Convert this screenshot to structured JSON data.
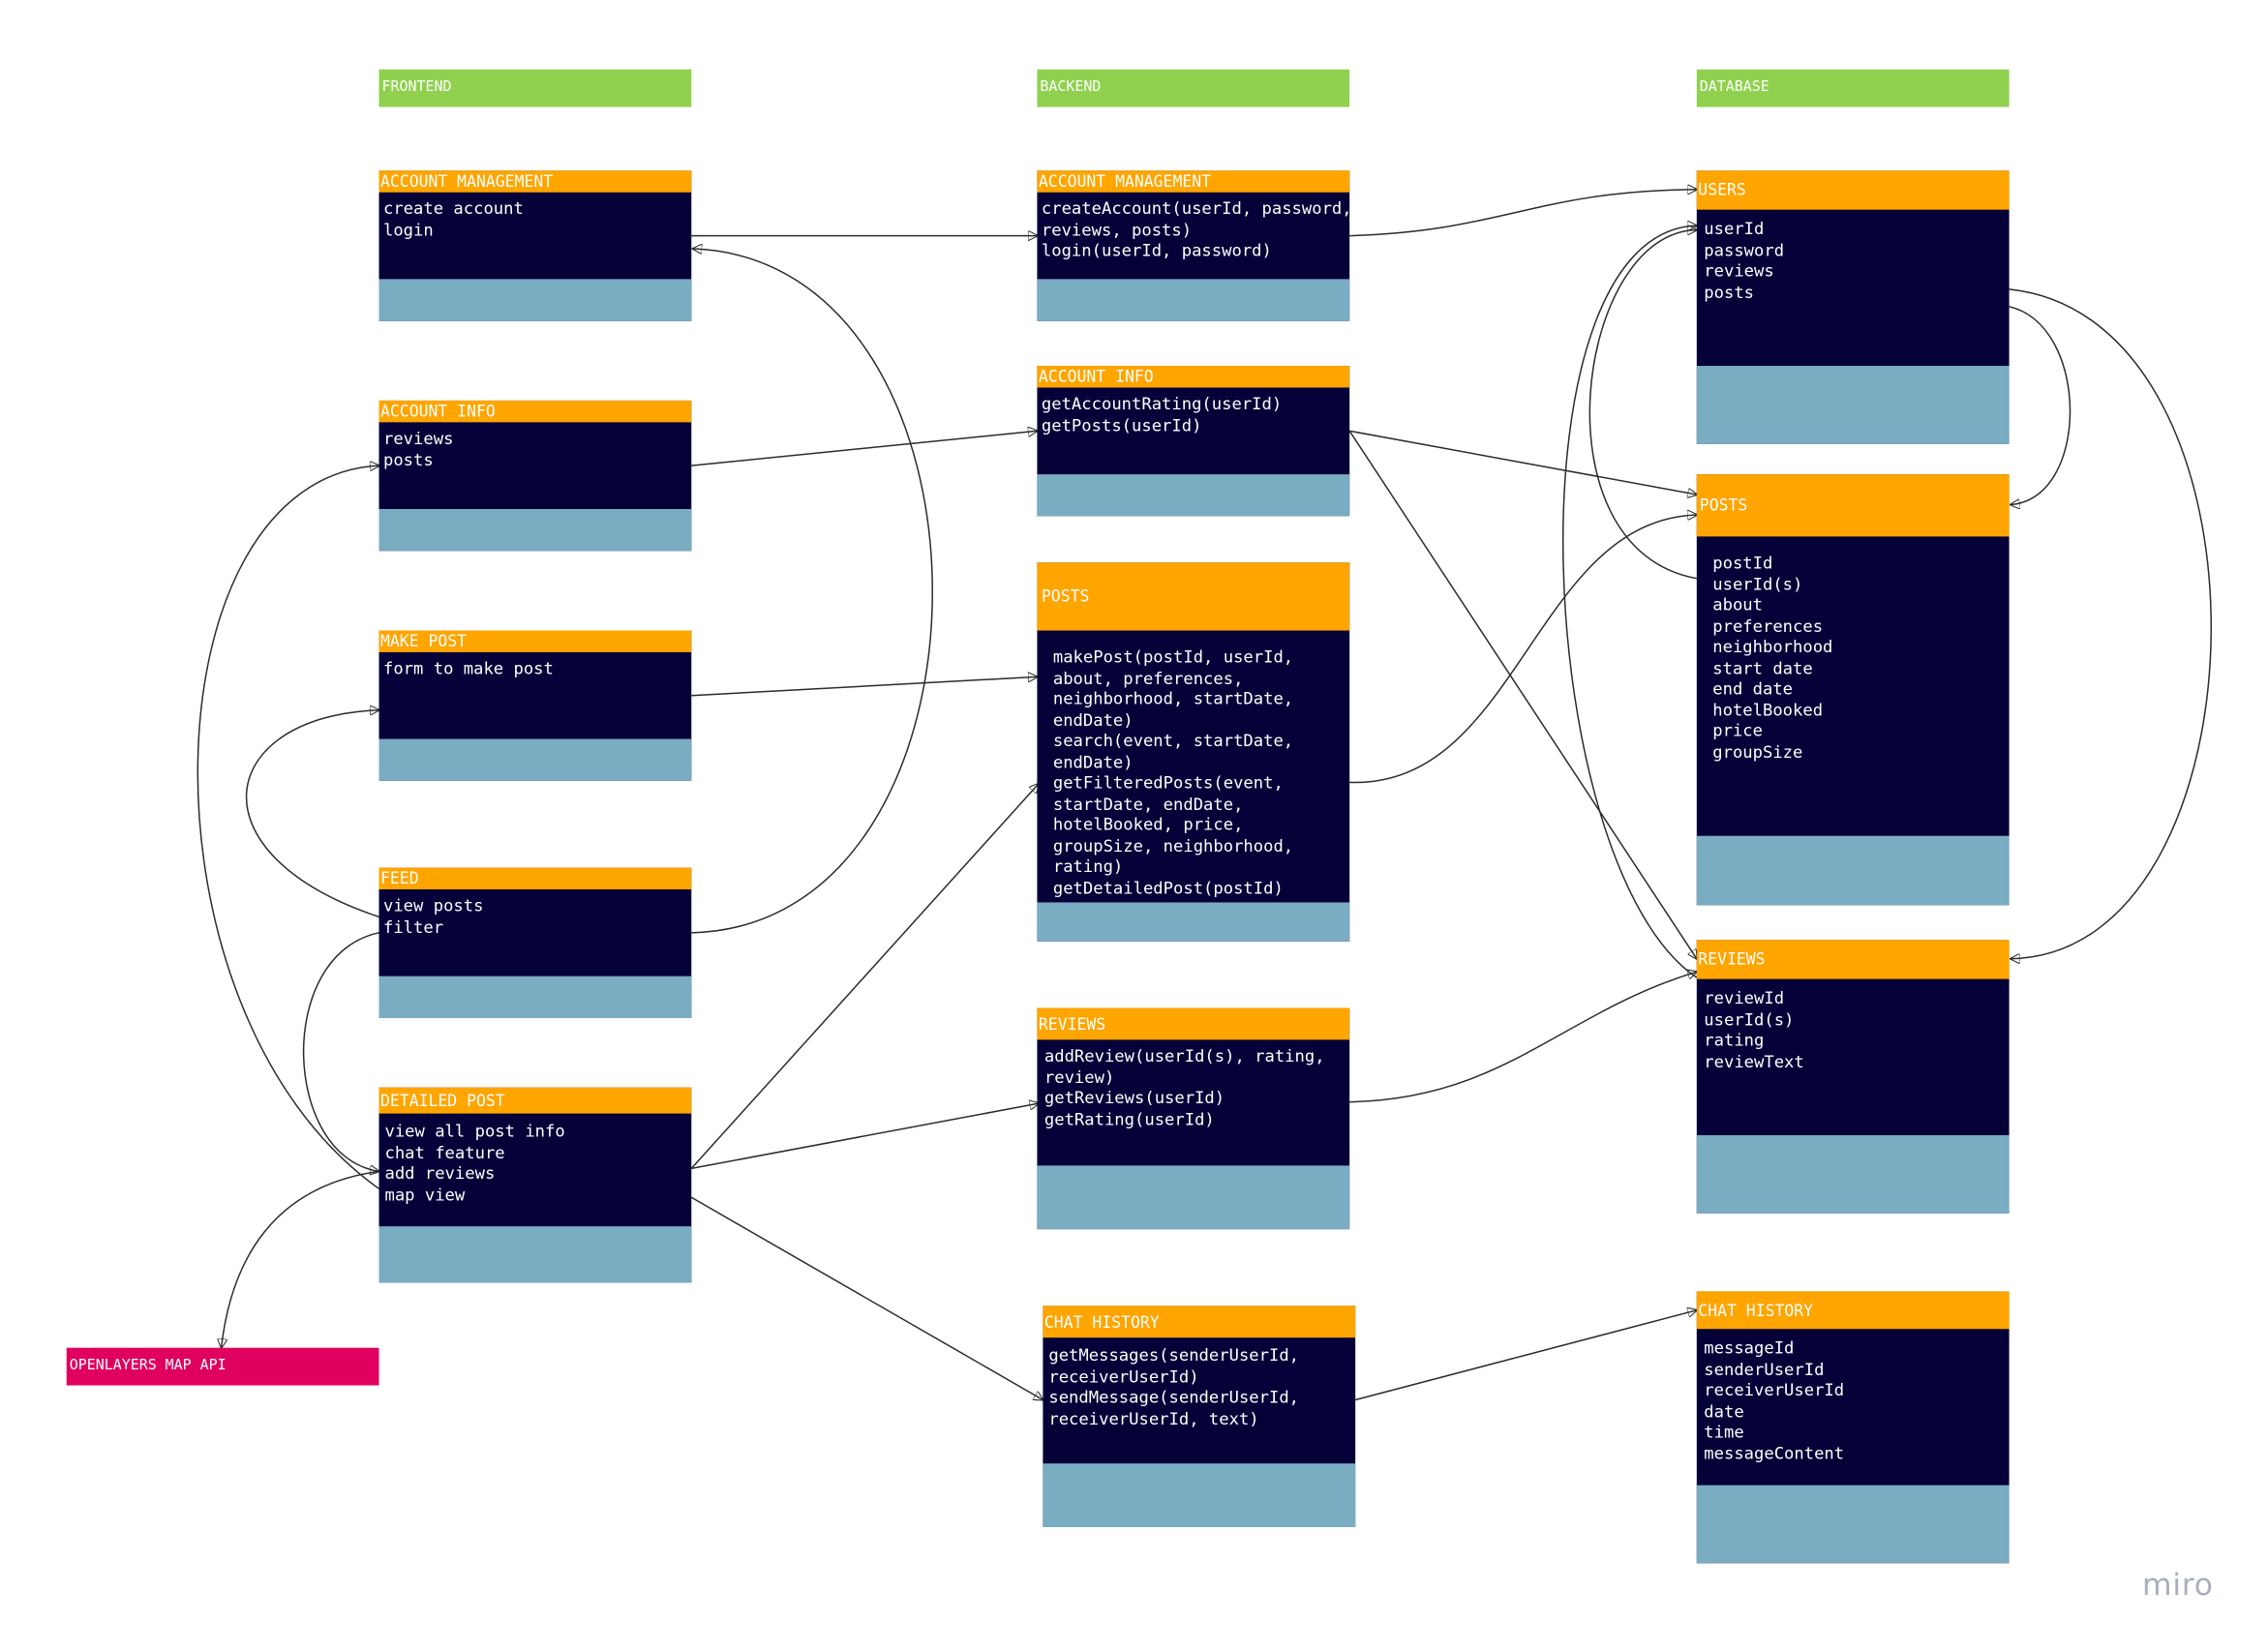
{
  "columns": {
    "frontend": "FRONTEND",
    "backend": "BACKEND",
    "database": "DATABASE"
  },
  "frontend": {
    "account_management": {
      "title": "ACCOUNT MANAGEMENT",
      "body": "create account\nlogin"
    },
    "account_info": {
      "title": "ACCOUNT INFO",
      "body": "reviews\nposts"
    },
    "make_post": {
      "title": "MAKE POST",
      "body": "form to make post"
    },
    "feed": {
      "title": "FEED",
      "body": "view posts\nfilter"
    },
    "detailed_post": {
      "title": "DETAILED POST",
      "body": "view all post info\nchat feature\nadd reviews\nmap view"
    }
  },
  "backend": {
    "account_management": {
      "title": "ACCOUNT MANAGEMENT",
      "body": "createAccount(userId, password,\nreviews, posts)\nlogin(userId, password)"
    },
    "account_info": {
      "title": "ACCOUNT INFO",
      "body": "getAccountRating(userId)\ngetPosts(userId)"
    },
    "posts": {
      "title": "POSTS",
      "body": "makePost(postId, userId,\nabout, preferences,\nneighborhood, startDate,\nendDate)\nsearch(event, startDate,\nendDate)\ngetFilteredPosts(event,\nstartDate, endDate,\nhotelBooked, price,\ngroupSize, neighborhood,\nrating)\ngetDetailedPost(postId)"
    },
    "reviews": {
      "title": "REVIEWS",
      "body": "addReview(userId(s), rating,\nreview)\ngetReviews(userId)\ngetRating(userId)"
    },
    "chat_history": {
      "title": "CHAT HISTORY",
      "body": "getMessages(senderUserId,\nreceiverUserId)\nsendMessage(senderUserId,\nreceiverUserId, text)"
    }
  },
  "database": {
    "users": {
      "title": "USERS",
      "body": "userId\npassword\nreviews\nposts"
    },
    "posts": {
      "title": "POSTS",
      "body": "postId\nuserId(s)\nabout\npreferences\nneighborhood\nstart date\nend date\nhotelBooked\nprice\ngroupSize"
    },
    "reviews": {
      "title": "REVIEWS",
      "body": "reviewId\nuserId(s)\nrating\nreviewText"
    },
    "chat_history": {
      "title": "CHAT HISTORY",
      "body": "messageId\nsenderUserId\nreceiverUserId\ndate\ntime\nmessageContent"
    }
  },
  "external": {
    "map_api": "OPENLAYERS MAP API"
  },
  "watermark": "miro",
  "colors": {
    "column_header": "#8fd14f",
    "card_header": "#ffa500",
    "card_body": "#050038",
    "card_footer": "#7aacc2",
    "external_api": "#e0005f",
    "connector": "#2b2b2b"
  }
}
